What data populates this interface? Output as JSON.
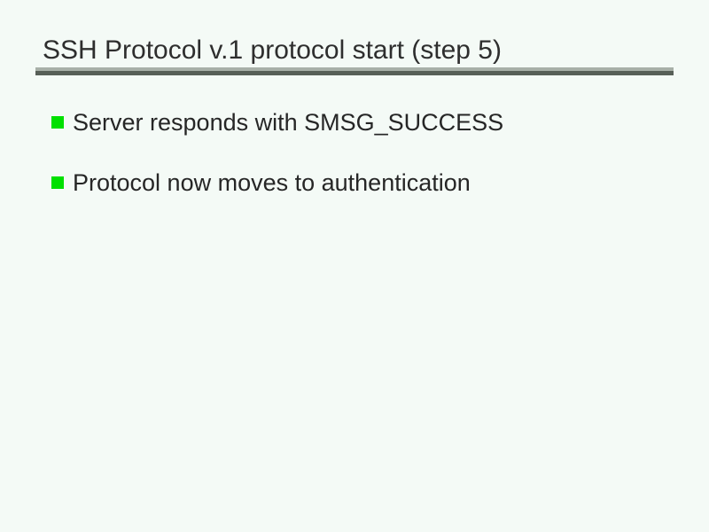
{
  "slide": {
    "title": "SSH Protocol v.1 protocol start (step 5)",
    "bullets": [
      {
        "text": "Server responds with SMSG_SUCCESS"
      },
      {
        "text": "Protocol now moves to authentication"
      }
    ],
    "colors": {
      "background": "#f4faf6",
      "title_text": "#2e2e2e",
      "body_text": "#262626",
      "bullet_marker": "#00e000",
      "rule_top_light": "#a8b0a8",
      "rule_bottom_dark": "#575f57"
    }
  }
}
